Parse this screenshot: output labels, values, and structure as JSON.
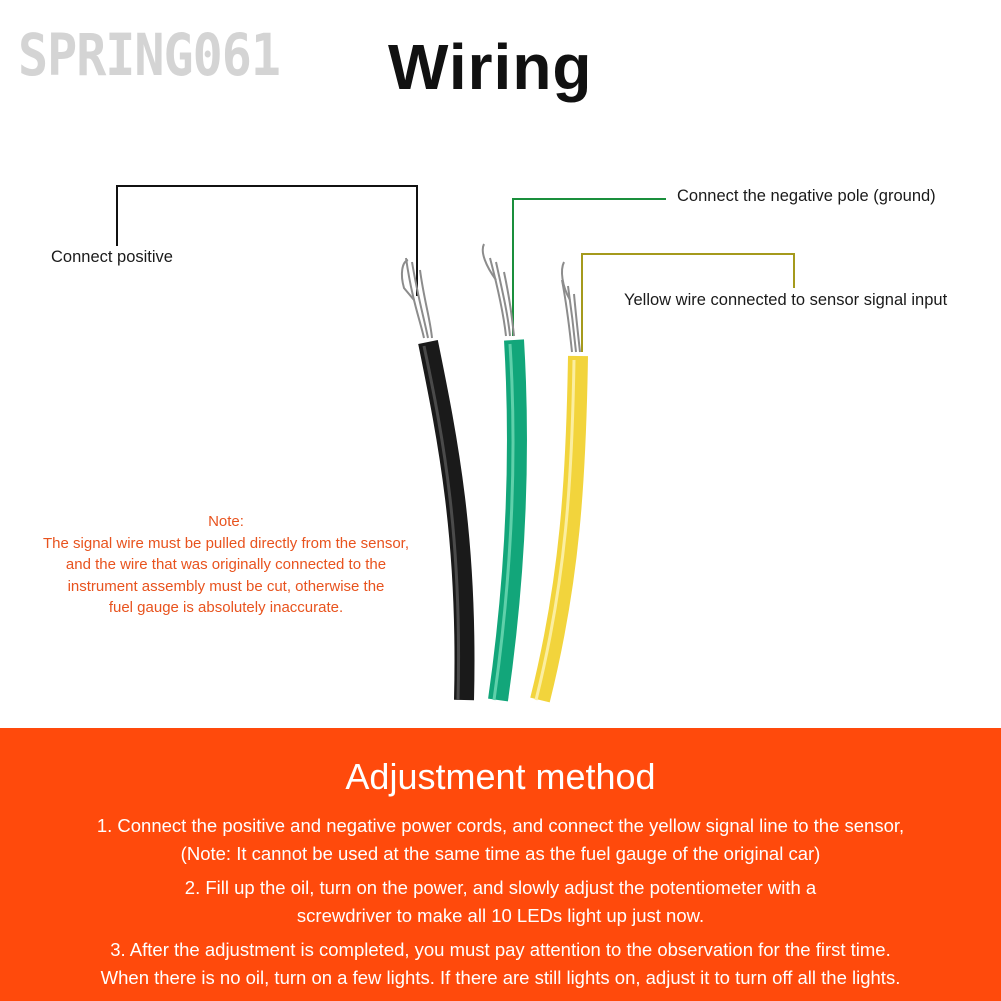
{
  "watermark": "SPRING061",
  "title": "Wiring",
  "callouts": {
    "positive": "Connect positive",
    "ground": "Connect the negative pole (ground)",
    "signal": "Yellow wire connected to sensor signal input"
  },
  "note": {
    "heading": "Note:",
    "lines": [
      "The signal wire must be pulled directly from the sensor,",
      "and the wire that was originally connected to the",
      "instrument assembly must be cut, otherwise the",
      "fuel gauge is absolutely inaccurate."
    ]
  },
  "wires": [
    {
      "name": "black",
      "color": "#1a1a1a"
    },
    {
      "name": "green",
      "color": "#12a67a"
    },
    {
      "name": "yellow",
      "color": "#f2d43c"
    }
  ],
  "colors": {
    "panel_bg": "#ff4a0c",
    "note_text": "#e8531e",
    "ground_line": "#1a8f3c",
    "signal_line": "#a59a1c"
  },
  "adjustment": {
    "title": "Adjustment method",
    "steps": [
      {
        "lines": [
          "1. Connect the positive and negative power cords, and connect the yellow signal line to the sensor,",
          "(Note: It cannot be used at the same time as the fuel gauge of the original car)"
        ]
      },
      {
        "lines": [
          "2. Fill up the oil, turn on the power, and slowly adjust the potentiometer with a",
          "screwdriver to make all 10 LEDs light up just now."
        ]
      },
      {
        "lines": [
          "3. After the adjustment is completed, you must pay attention to the observation for the first time.",
          "When there is no oil, turn on a few lights. If there are still lights on, adjust it to turn off all the lights."
        ]
      }
    ]
  }
}
